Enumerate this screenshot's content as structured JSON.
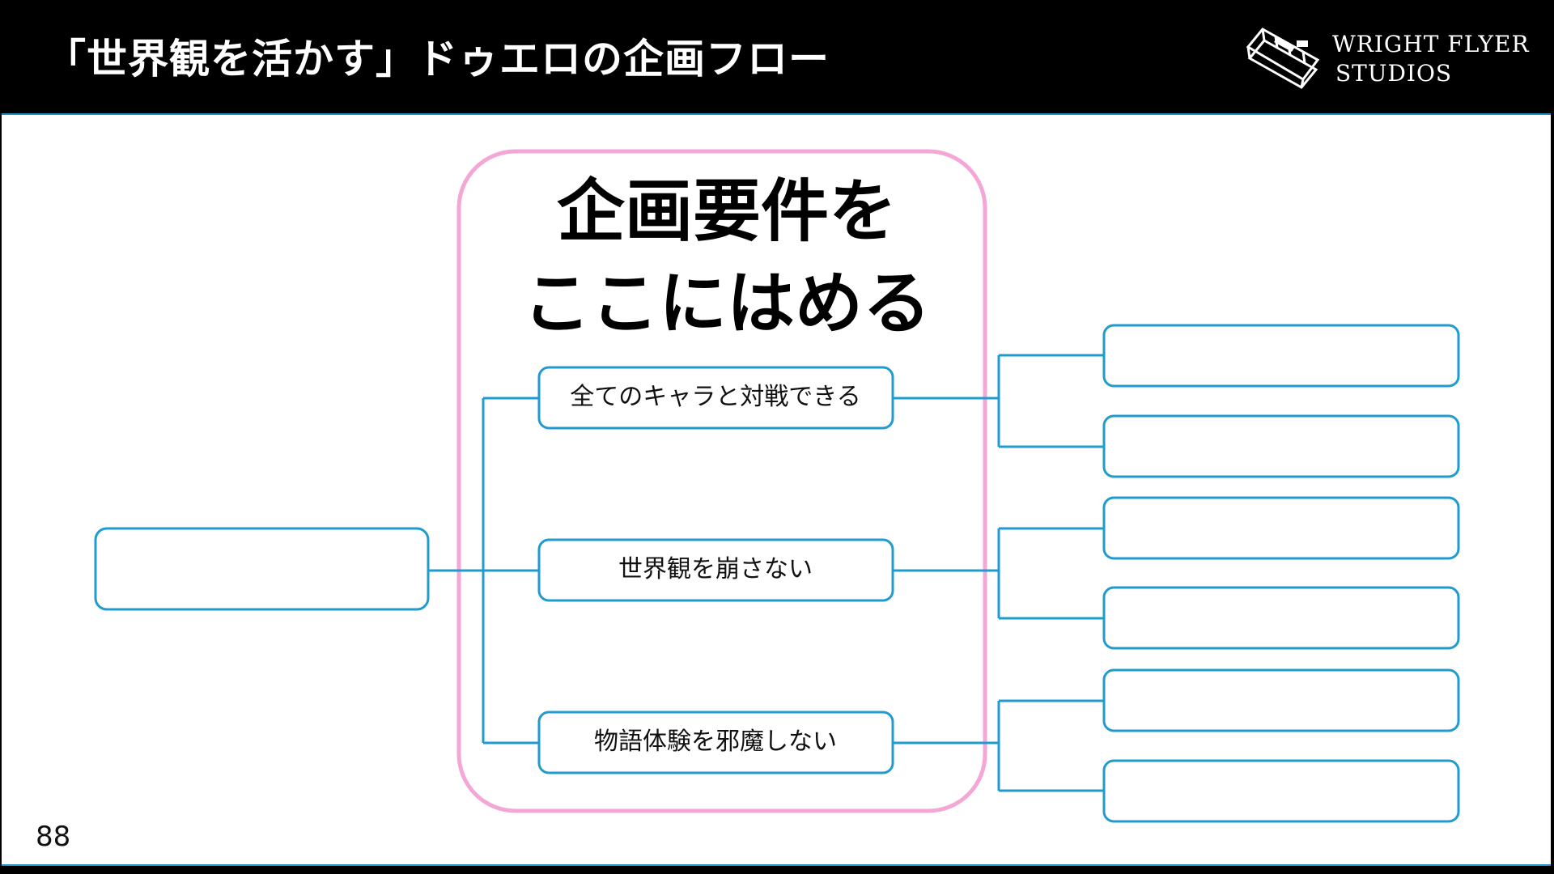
{
  "header": {
    "title": "「世界観を活かす」ドゥエロの企画フロー",
    "logo": {
      "line1": "WRIGHT FLYER",
      "line2": "STUDIOS",
      "icon": "biplane-logo-icon"
    }
  },
  "diagram": {
    "frame_title_line1": "企画要件を",
    "frame_title_line2": "ここにはめる",
    "requirements": [
      {
        "label": "全てのキャラと対戦できる"
      },
      {
        "label": "世界観を崩さない"
      },
      {
        "label": "物語体験を邪魔しない"
      }
    ],
    "colors": {
      "frame": "#f4a6d7",
      "box_border": "#1f9bd0",
      "connector": "#1f9bd0"
    }
  },
  "footer": {
    "page_number": "88"
  }
}
